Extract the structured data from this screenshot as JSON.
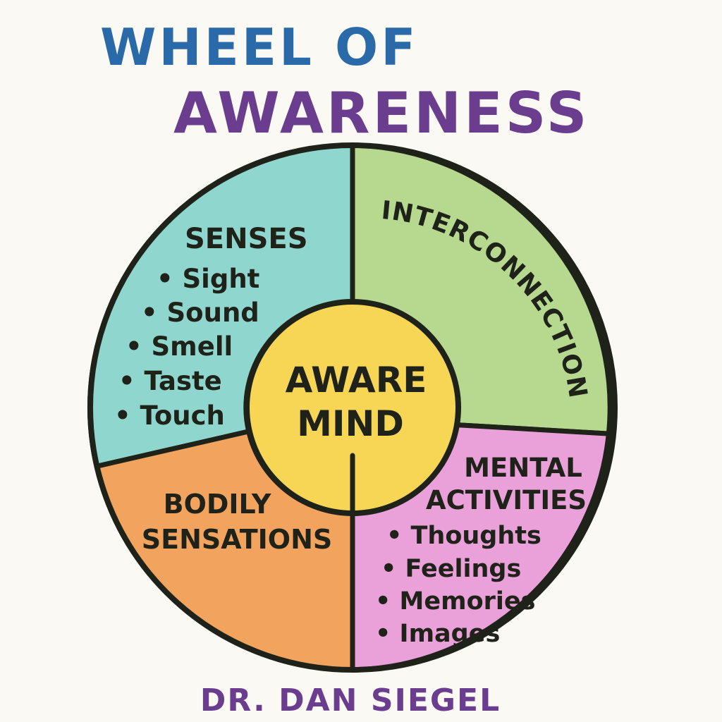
{
  "title": {
    "line1": "WHEEL OF",
    "line2": "AWARENESS"
  },
  "colors": {
    "title_blue": "#2a6aa8",
    "title_purple": "#6b3d8f",
    "ink": "#1e2219",
    "senses": "#8fd6cf",
    "interconnection": "#b7d98f",
    "mental": "#eaa0d8",
    "bodily": "#f2a35e",
    "hub": "#f7d655",
    "background": "#fbf9f4"
  },
  "hub": {
    "line1": "AWARE",
    "line2": "MIND"
  },
  "segments": {
    "senses": {
      "heading": "SENSES",
      "items": [
        "• Sight",
        "• Sound",
        "• Smell",
        "• Taste",
        "• Touch"
      ]
    },
    "interconnection": {
      "heading": "INTERCONNECTION"
    },
    "mental": {
      "heading_line1": "MENTAL",
      "heading_line2": "ACTIVITIES",
      "items": [
        "• Thoughts",
        "• Feelings",
        "• Memories",
        "• Images"
      ]
    },
    "bodily": {
      "heading_line1": "BODILY",
      "heading_line2": "SENSATIONS"
    }
  },
  "author": "DR. DAN SIEGEL"
}
